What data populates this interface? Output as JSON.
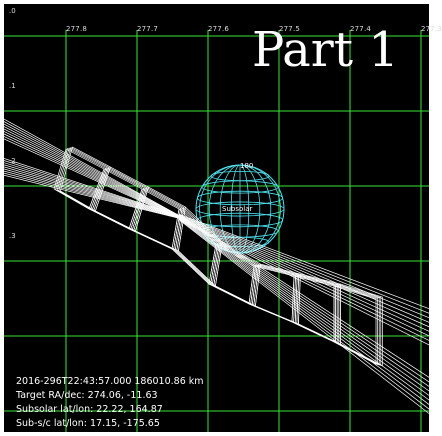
{
  "title": "Part 1",
  "ra_ticks": [
    "277.8",
    "277.7",
    "277.6",
    "277.5",
    "277.4",
    "277.3"
  ],
  "dec_ticks": [
    ".0",
    ".1",
    ".2",
    ".3"
  ],
  "info_lines": [
    "2016-296T22:43:57.000   186010.86 km",
    "Target RA/dec: 274.06, -11.63",
    "Subsolar lat/lon: 22.22, 164.87",
    "Sub-s/c lat/lon: 17.15, -175.65"
  ],
  "target_labels": {
    "top": "180",
    "subsolar": "Subsolar"
  },
  "colors": {
    "background": "#000000",
    "grid": "#39e639",
    "globe": "#4fe3f0",
    "footprints": "#ffffff",
    "text": "#ffffff"
  }
}
